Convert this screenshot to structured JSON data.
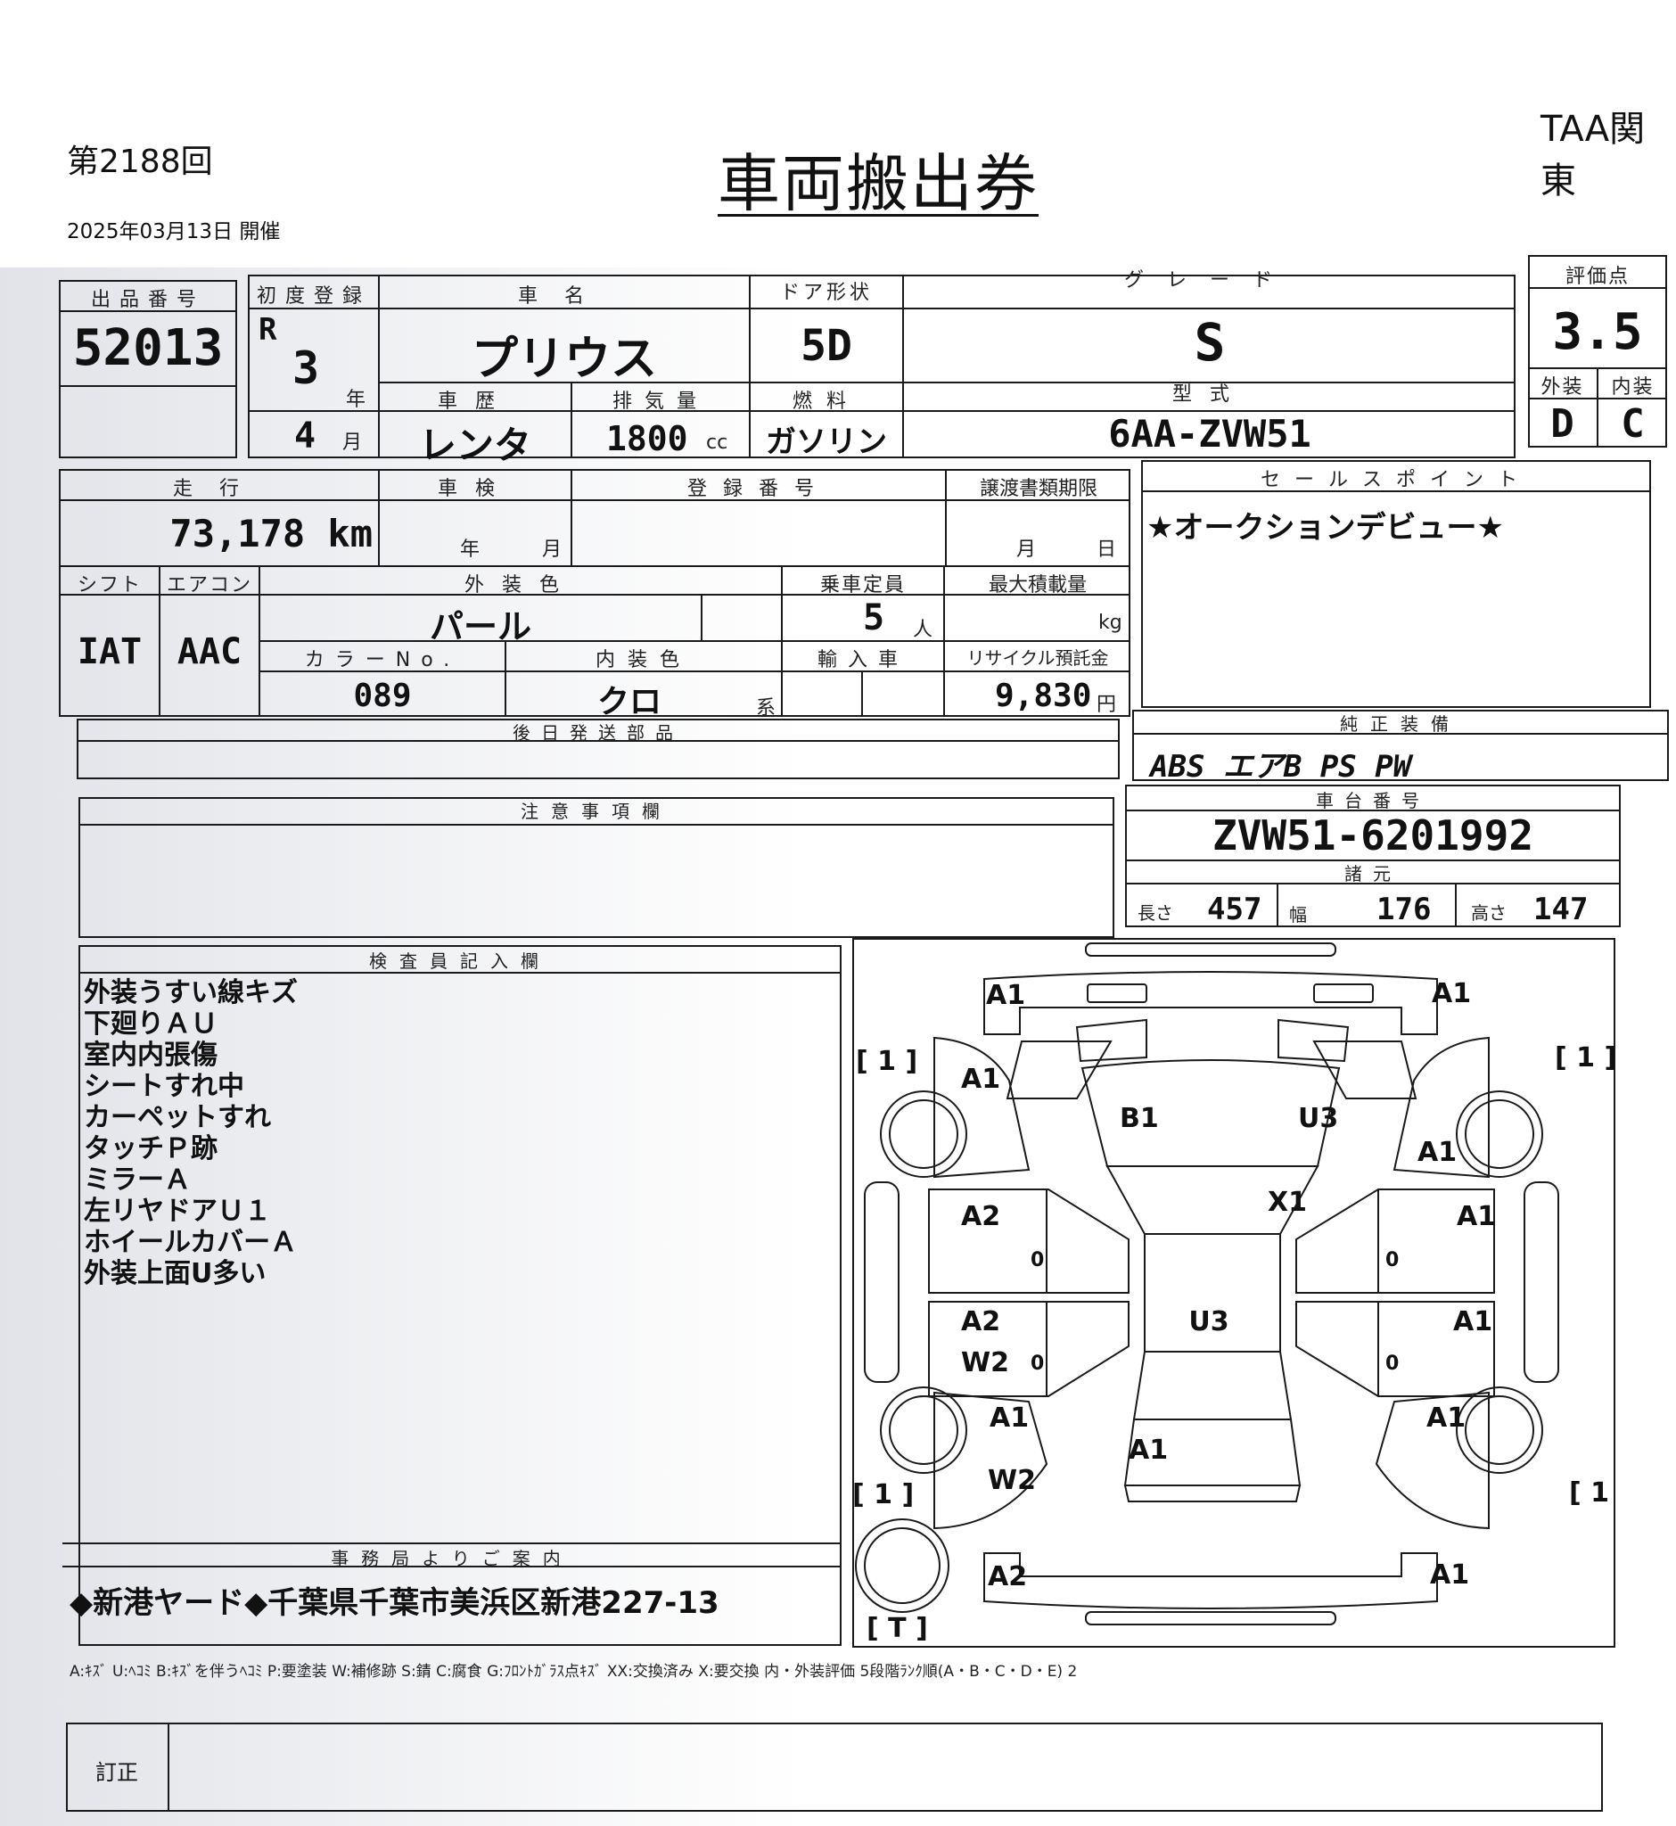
{
  "header": {
    "session": "第2188回",
    "date": "2025年03月13日 開催",
    "title": "車両搬出券",
    "org": "TAA関東"
  },
  "top": {
    "lot_label": "出品番号",
    "lot_no": "52013",
    "first_reg_label": "初度登録",
    "era": "R",
    "year": "3",
    "year_unit": "年",
    "month": "4",
    "month_unit": "月",
    "car_name_label": "車名",
    "car_name": "プリウス",
    "door_label": "ドア形状",
    "door": "5D",
    "grade_label": "グレード",
    "grade": "S",
    "score_label": "評価点",
    "score": "3.5",
    "ext_label": "外装",
    "ext_grade": "D",
    "int_label": "内装",
    "int_grade": "C",
    "history_label": "車歴",
    "history": "レンタ",
    "displacement_label": "排気量",
    "displacement": "1800",
    "cc_unit": "cc",
    "fuel_label": "燃料",
    "fuel": "ガソリン",
    "model_label": "型式",
    "model": "6AA-ZVW51"
  },
  "mid": {
    "mileage_label": "走行",
    "mileage": "73,178 km",
    "inspection_label": "車検",
    "insp_year_unit": "年",
    "insp_month_unit": "月",
    "reg_no_label": "登録番号",
    "docs_label": "譲渡書類期限",
    "docs_month_unit": "月",
    "docs_day_unit": "日",
    "sales_label": "セールスポイント",
    "sales_text": "★オークションデビュー★",
    "shift_label": "シフト",
    "shift": "IAT",
    "ac_label": "エアコン",
    "ac": "AAC",
    "ext_color_label": "外装色",
    "ext_color": "パール",
    "capacity_label": "乗車定員",
    "capacity": "5",
    "capacity_unit": "人",
    "max_load_label": "最大積載量",
    "max_load_unit": "kg",
    "color_no_label": "カラーNo.",
    "color_no": "089",
    "int_color_label": "内装色",
    "int_color": "クロ",
    "int_color_unit": "系",
    "import_label": "輸入車",
    "recycle_label": "リサイクル預託金",
    "recycle": "9,830",
    "recycle_unit": "円",
    "later_parts_label": "後日発送部品",
    "equipment_label": "純正装備",
    "equipment": "ABS エアB PS PW",
    "notes_label": "注意事項欄",
    "chassis_label": "車台番号",
    "chassis": "ZVW51-6201992",
    "specs_label": "諸元",
    "length_label": "長さ",
    "length": "457",
    "width_label": "幅",
    "width": "176",
    "height_label": "高さ",
    "height": "147"
  },
  "inspector": {
    "label": "検査員記入欄",
    "lines": [
      "外装うすい線キズ",
      "下廻りＡＵ",
      "室内内張傷",
      "シートすれ中",
      "カーペットすれ",
      "タッチＰ跡",
      "ミラーＡ",
      "左リヤドアＵ１",
      "ホイールカバーＡ",
      "外装上面U多い"
    ],
    "office_label": "事務局よりご案内",
    "office_text": "◆新港ヤード◆千葉県千葉市美浜区新港227-13"
  },
  "diagram": {
    "marks": {
      "front_left": "A1",
      "front_right": "A1",
      "tire_fl": "[ 1 ]",
      "tire_fr": "[ 1 ]",
      "fender_fl": "A1",
      "hood_left": "B1",
      "hood_right": "U3",
      "fender_fr": "A1",
      "windshield": "X1",
      "door_fl": "A2",
      "door_fr": "A1",
      "roof": "U3",
      "door_rl_1": "A2",
      "door_rl_2": "W2",
      "door_rr": "A1",
      "zero_fl": "0",
      "zero_fr": "0",
      "zero_rl": "0",
      "zero_rr": "0",
      "qtr_rl": "A1",
      "qtr_rr": "A1",
      "trunk": "A1",
      "rocker_rl": "W2",
      "tire_rl": "[ 1 ]",
      "tire_rr": "[ 1 ]",
      "rear_left": "A2",
      "rear_right": "A1",
      "spare": "[ T ]"
    }
  },
  "legend": "A:ｷｽﾞ U:ﾍｺﾐ B:ｷｽﾞを伴うﾍｺﾐ P:要塗装 W:補修跡 S:錆 C:腐食 G:ﾌﾛﾝﾄｶﾞﾗｽ点ｷｽﾞ XX:交換済み X:要交換 内・外装評価 5段階ﾗﾝｸ順(A・B・C・D・E) 2",
  "correction_label": "訂正"
}
